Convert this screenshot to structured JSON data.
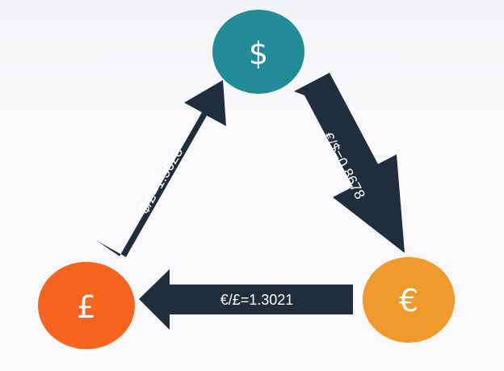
{
  "nodes": {
    "dollar": {
      "symbol": "$",
      "color": "#218c98"
    },
    "euro": {
      "symbol": "€",
      "color": "#f09a2e"
    },
    "pound": {
      "symbol": "£",
      "color": "#f6641d"
    }
  },
  "arrows": {
    "dollar_to_euro": {
      "label": "€/$=0.8678"
    },
    "euro_to_pound": {
      "label": "€/£=1.3021"
    },
    "pound_to_dollar": {
      "label": "$/£=1.5028"
    }
  },
  "arrow_color": "#1f2d3d"
}
